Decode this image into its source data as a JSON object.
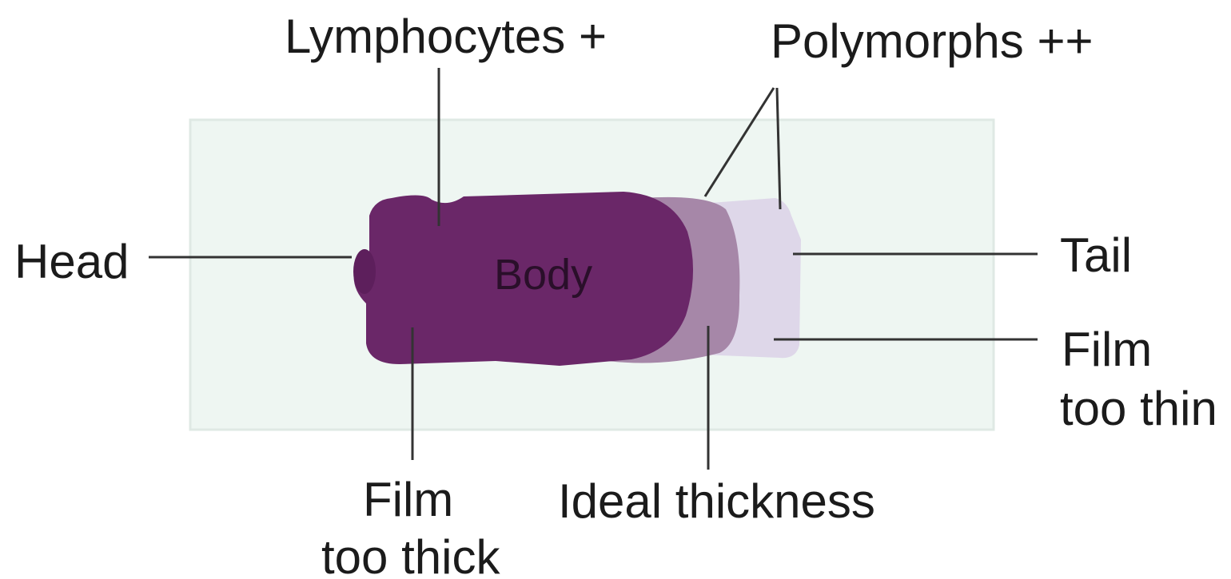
{
  "labels": {
    "lymphocytes": "Lymphocytes +",
    "polymorphs": "Polymorphs ++",
    "head": "Head",
    "body": "Body",
    "tail": "Tail",
    "film_too_thin_line1": "Film",
    "film_too_thin_line2": "too thin",
    "film_too_thick_line1": "Film",
    "film_too_thick_line2": "too thick",
    "ideal_thickness": "Ideal thickness"
  },
  "colors": {
    "slide": "#eef6f2",
    "slide_edge": "#dfe9e4",
    "thick_film": "#6a2768",
    "ideal_film": "#a687a8",
    "thin_film": "#dcd4e8",
    "leader_lines": "#333333"
  }
}
